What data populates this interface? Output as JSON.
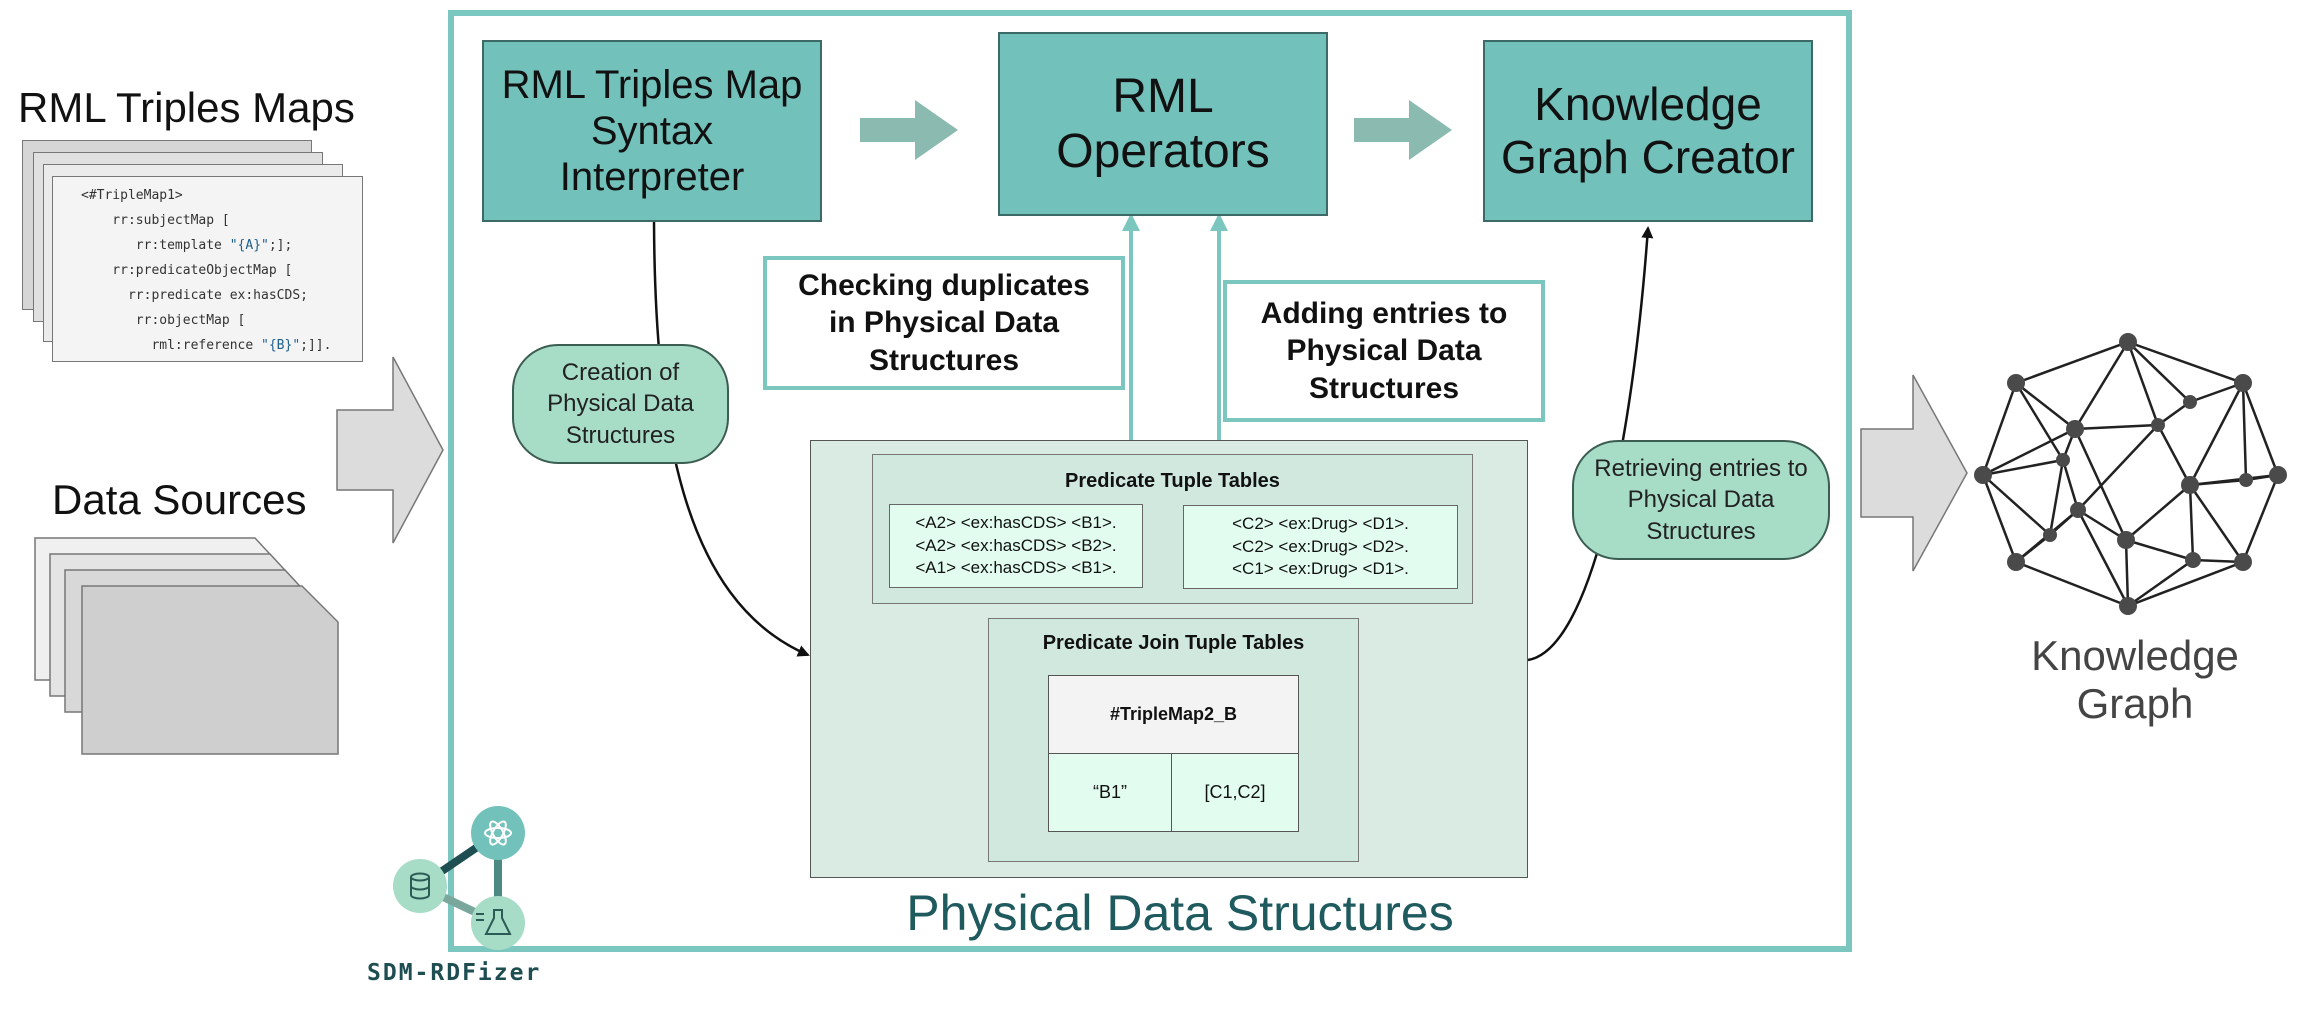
{
  "left": {
    "mappings_title": "RML Triples Maps",
    "code_lines": [
      "<#TripleMap1>",
      "    rr:subjectMap [",
      "       rr:template \"{A}\";];",
      "    rr:predicateObjectMap [",
      "      rr:predicate ex:hasCDS;",
      "       rr:objectMap [",
      "         rml:reference \"{B}\";]]."
    ],
    "sources_title": "Data Sources"
  },
  "top": {
    "interpreter": "RML Triples Map Syntax Interpreter",
    "operators": "RML Operators",
    "creator": "Knowledge Graph Creator"
  },
  "callouts": {
    "checking": "Checking  duplicates in Physical Data Structures",
    "adding": "Adding entries to Physical Data Structures"
  },
  "pills": {
    "creation": "Creation of Physical Data Structures",
    "retrieving": "Retrieving entries to Physical Data Structures"
  },
  "pds": {
    "ptt_title": "Predicate Tuple Tables",
    "table1_rows": [
      "<A2> <ex:hasCDS> <B1>.",
      "<A2> <ex:hasCDS> <B2>.",
      "<A1> <ex:hasCDS> <B1>."
    ],
    "table2_rows": [
      "<C2> <ex:Drug> <D1>.",
      "<C2> <ex:Drug> <D2>.",
      "<C1> <ex:Drug> <D1>."
    ],
    "pjtt_title": "Predicate Join Tuple Tables",
    "join_header": "#TripleMap2_B",
    "join_key": "“B1”",
    "join_value": "[C1,C2]",
    "frame_label": "Physical Data Structures"
  },
  "kg_label": "Knowledge Graph",
  "logo_text": "SDM-RDFizer",
  "colors": {
    "teal_box": "#72c1bb",
    "frame": "#7cc6c0",
    "pill": "#a7dcc7",
    "pds_bg": "#d9ebe3",
    "mint_cell": "#e2fdf0",
    "label_teal": "#1e5a5e"
  }
}
